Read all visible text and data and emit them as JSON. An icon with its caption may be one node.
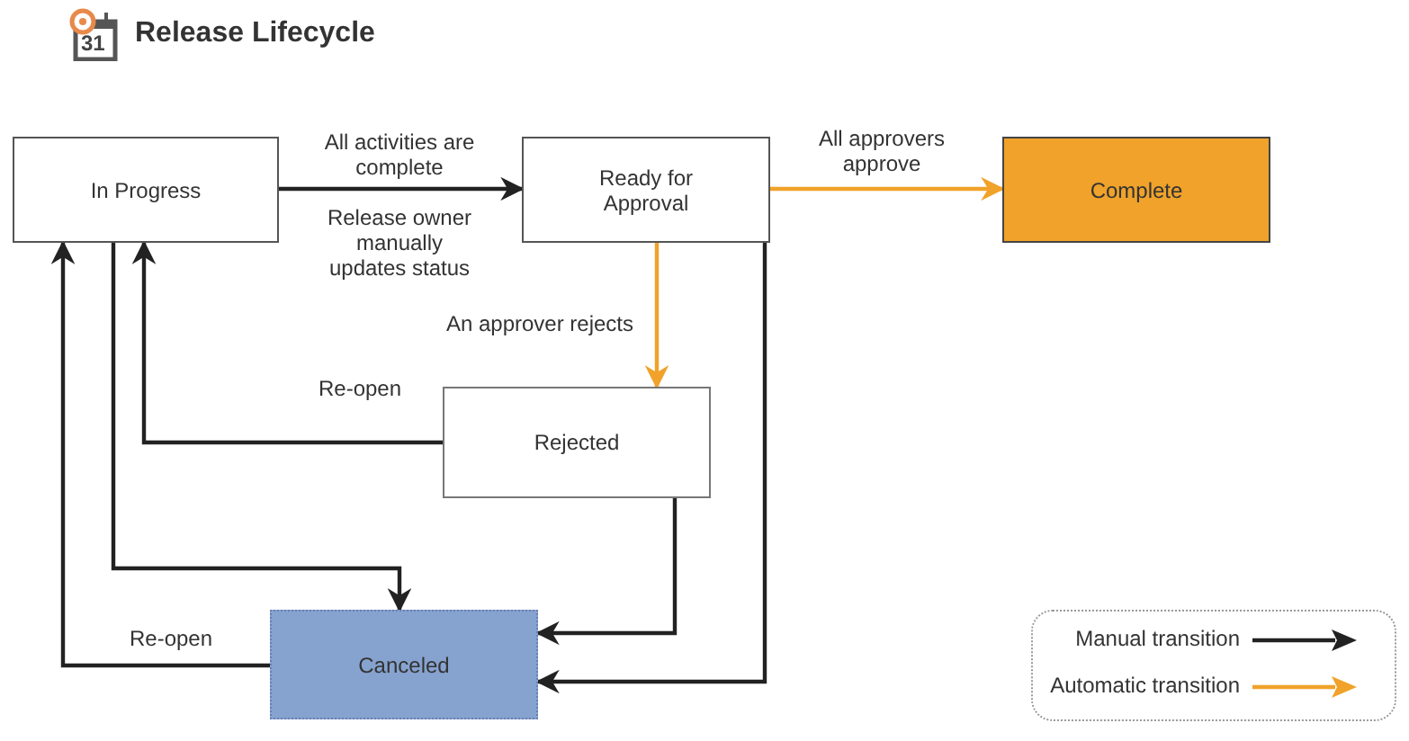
{
  "diagram": {
    "title": "Release Lifecycle",
    "nodes": [
      {
        "text": [
          "In Progress"
        ]
      },
      {
        "text": [
          "Ready for Approval"
        ]
      },
      {
        "text": [
          "Complete"
        ]
      },
      {
        "text": [
          "Rejected"
        ]
      },
      {
        "text": [
          "Canceled"
        ]
      }
    ],
    "edges": [
      {
        "from": 0,
        "to": 1,
        "arrow": "to",
        "label": "All activities are complete"
      },
      {
        "from": 1,
        "to": 2,
        "arrow": "to",
        "label": "All approvers approve",
        "color": "#f0a22a"
      },
      {
        "from": 1,
        "to": 3,
        "arrow": "to",
        "label": "An approver rejects",
        "color": "#f0a22a"
      },
      {
        "from": 3,
        "to": 0,
        "arrow": "to",
        "label": "Re-open"
      },
      {
        "from": 0,
        "to": 4,
        "arrow": "to"
      },
      {
        "from": 4,
        "to": 0,
        "arrow": "to",
        "label": "Re-open"
      },
      {
        "from": 3,
        "to": 4,
        "arrow": "to"
      },
      {
        "from": 1,
        "to": 4,
        "arrow": "to"
      }
    ],
    "labels": [
      "31",
      "Release owner manually updates status"
    ],
    "legend": [
      {
        "text": "Manual transition"
      },
      {
        "text": "Automatic transition"
      }
    ]
  }
}
